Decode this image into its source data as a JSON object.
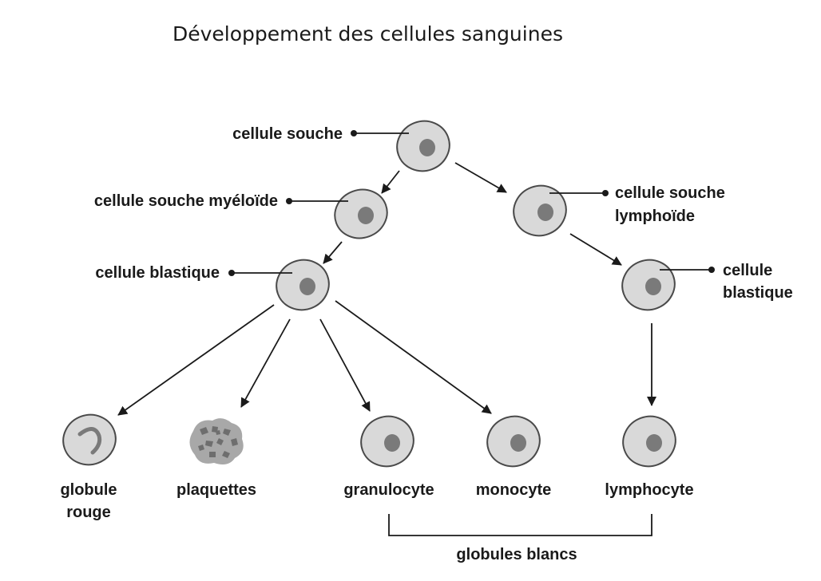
{
  "title": "Développement des cellules sanguines",
  "labels": {
    "stem_cell": "cellule souche",
    "myeloid_stem_cell": "cellule souche myéloïde",
    "myeloid_blast_cell": "cellule blastique",
    "lymphoid_stem_cell_line1": "cellule souche",
    "lymphoid_stem_cell_line2": "lymphoïde",
    "lymphoid_blast_cell_line1": "cellule",
    "lymphoid_blast_cell_line2": "blastique",
    "red_cell_line1": "globule",
    "red_cell_line2": "rouge",
    "platelets": "plaquettes",
    "granulocyte": "granulocyte",
    "monocyte": "monocyte",
    "lymphocyte": "lymphocyte",
    "white_cells": "globules blancs"
  },
  "colors": {
    "cell_fill": "#d9d9d9",
    "cell_outline": "#4a4a4a",
    "nucleus": "#7a7a7a",
    "ink": "#1a1a1a"
  }
}
